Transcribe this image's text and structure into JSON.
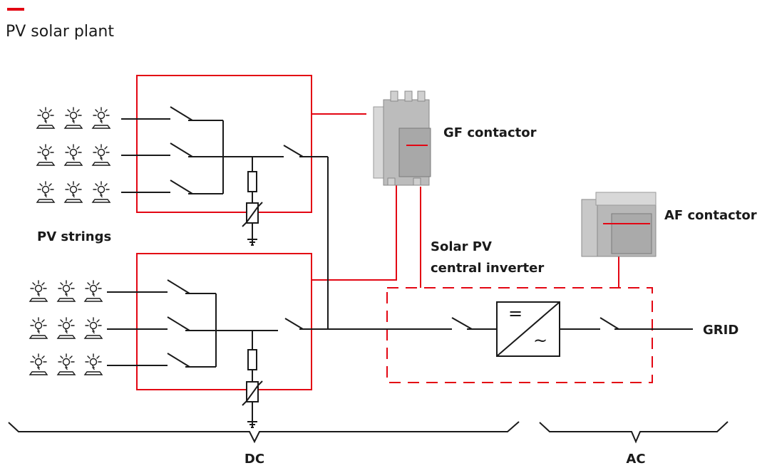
{
  "page": {
    "title": "PV solar plant",
    "accent_color": "#e30613"
  },
  "labels": {
    "pv_strings": "PV strings",
    "gf_contactor": "GF contactor",
    "af_contactor": "AF contactor",
    "inverter_line1": "Solar PV",
    "inverter_line2": "central inverter",
    "grid": "GRID",
    "dc": "DC",
    "ac": "AC"
  },
  "inverter_symbols": {
    "dc": "=",
    "ac": "~"
  },
  "colors": {
    "wire": "#1a1a1a",
    "red": "#e30613"
  },
  "icons": [
    "sun-panel-icon",
    "contactor-photo-icon",
    "ground-icon",
    "fuse-icon",
    "varistor-icon",
    "switch-icon"
  ]
}
